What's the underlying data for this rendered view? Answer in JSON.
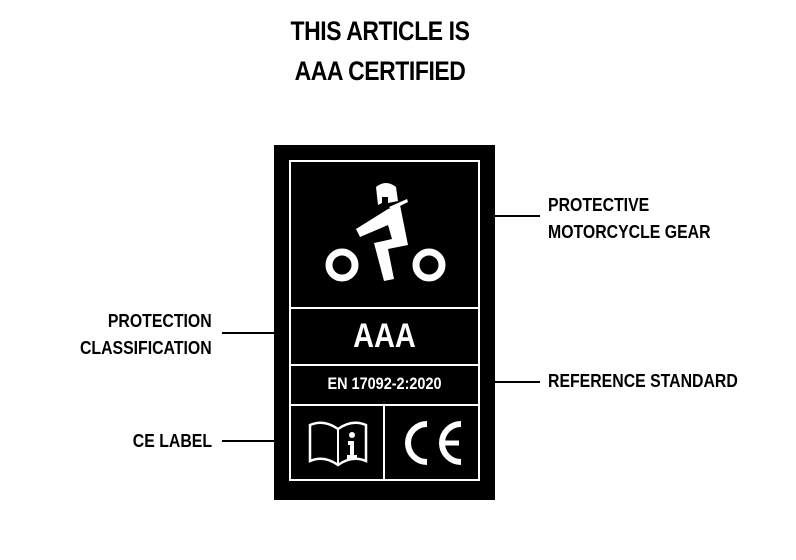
{
  "title": {
    "line1": "THIS ARTICLE IS",
    "line2": "AAA CERTIFIED"
  },
  "callouts": {
    "protective_gear": {
      "line1": "PROTECTIVE",
      "line2": "MOTORCYCLE GEAR"
    },
    "protection_classification": {
      "line1": "PROTECTION",
      "line2": "CLASSIFICATION"
    },
    "reference_standard": "REFERENCE STANDARD",
    "ce_label": "CE LABEL"
  },
  "label": {
    "icon": "motorcycle-rider-icon",
    "classification": "AAA",
    "standard": "EN 17092-2:2020",
    "info_icon": "manual-info-icon",
    "ce_mark": "CE"
  }
}
